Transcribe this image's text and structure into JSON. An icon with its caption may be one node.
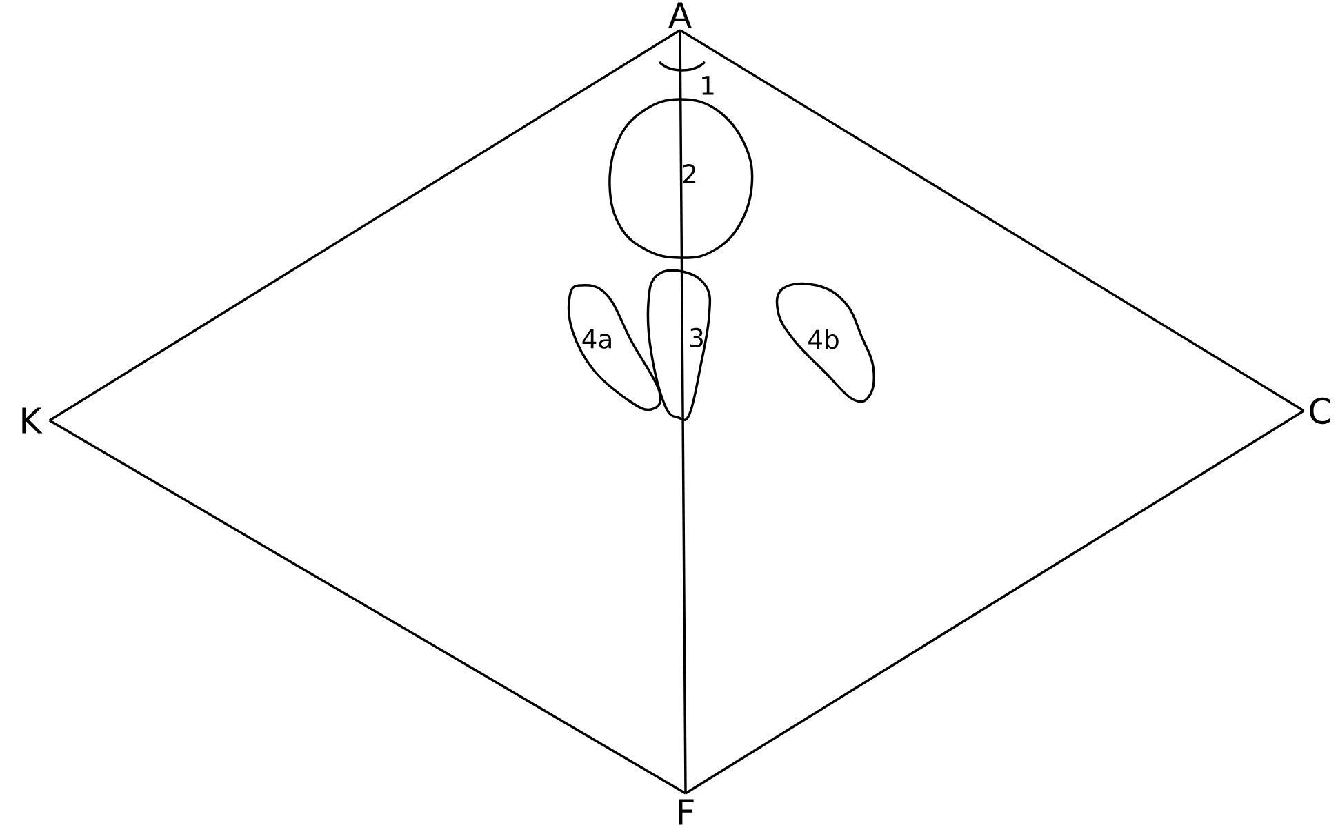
{
  "diagram": {
    "nodes": [
      {
        "text": [
          "A"
        ]
      },
      {
        "text": [
          "K"
        ]
      },
      {
        "text": [
          "C"
        ]
      },
      {
        "text": [
          "F"
        ]
      },
      {
        "text": [
          "1"
        ]
      },
      {
        "text": [
          "2"
        ]
      },
      {
        "text": [
          "3"
        ]
      },
      {
        "text": [
          "4a"
        ]
      },
      {
        "text": [
          "4b"
        ]
      }
    ],
    "edges": [
      {
        "from": 0,
        "to": 1,
        "arrow": "none"
      },
      {
        "from": 0,
        "to": 2,
        "arrow": "none"
      },
      {
        "from": 1,
        "to": 3,
        "arrow": "none"
      },
      {
        "from": 2,
        "to": 3,
        "arrow": "none"
      },
      {
        "from": 0,
        "to": 3,
        "arrow": "none"
      }
    ]
  }
}
